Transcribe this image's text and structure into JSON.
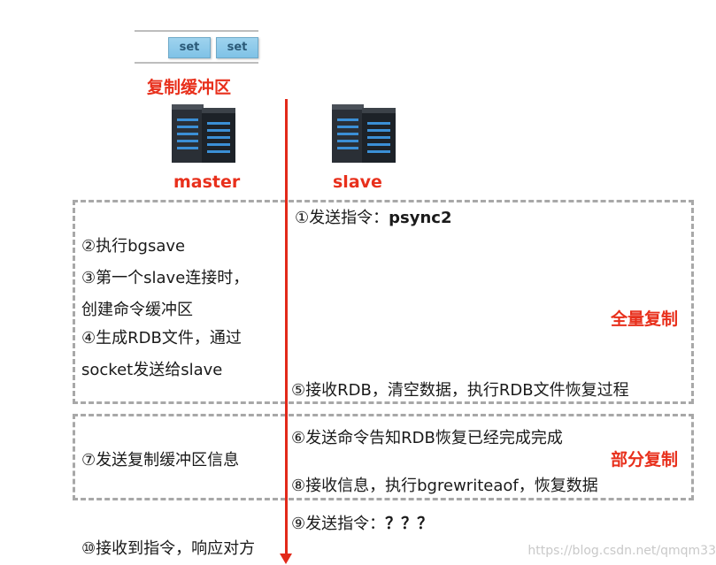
{
  "buffer": {
    "items": [
      "set",
      "set"
    ],
    "label": "复制缓冲区"
  },
  "master_label": "master",
  "slave_label": "slave",
  "steps": {
    "s1_prefix": "①发送指令：",
    "s1_cmd": "psync2",
    "s2": "②执行bgsave",
    "s3a": "③第一个slave连接时，",
    "s3b": "创建命令缓冲区",
    "s4a": "④生成RDB文件，通过",
    "s4b": "socket发送给slave",
    "s5": "⑤接收RDB，清空数据，执行RDB文件恢复过程",
    "s6": "⑥发送命令告知RDB恢复已经完成完成",
    "s7": "⑦发送复制缓冲区信息",
    "s8": "⑧接收信息，执行bgrewriteaof，恢复数据",
    "s9_prefix": "⑨发送指令：",
    "s9_cmd": "？？？",
    "s10": "⑩接收到指令，响应对方"
  },
  "full_sync_label": "全量复制",
  "partial_sync_label": "部分复制",
  "watermark": "https://blog.csdn.net/qmqm33",
  "colors": {
    "accent": "#e8301c",
    "dash": "#a8a8a8",
    "set_box": "#8ccbea"
  },
  "icons": [
    "server-rack-icon",
    "server-rack-icon"
  ]
}
